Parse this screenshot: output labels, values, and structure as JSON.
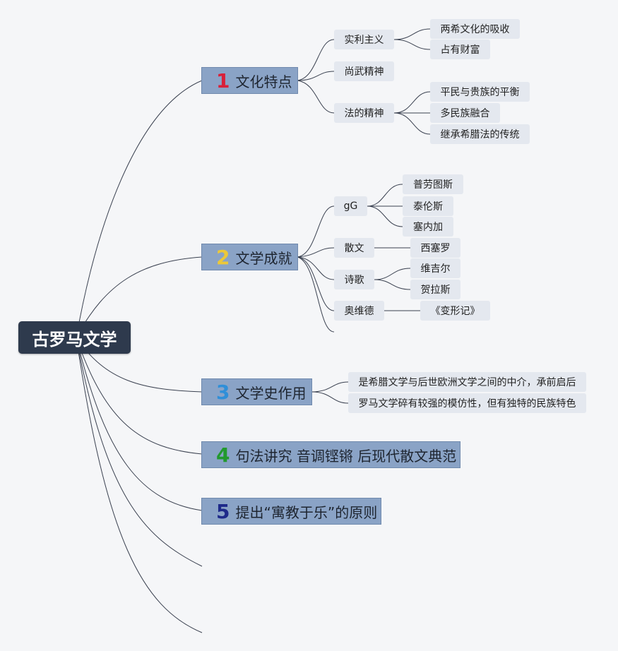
{
  "root": {
    "label": "古罗马文学"
  },
  "topics": [
    {
      "number": "1",
      "number_color": "#d8213a",
      "label": "文化特点"
    },
    {
      "number": "2",
      "number_color": "#ecc83a",
      "label": "文学成就"
    },
    {
      "number": "3",
      "number_color": "#2f8fd8",
      "label": "文学史作用"
    },
    {
      "number": "4",
      "number_color": "#22992e",
      "label": "句法讲究 音调铿锵 后现代散文典范"
    },
    {
      "number": "5",
      "number_color": "#1e2a8a",
      "label": "提出“寓教于乐”的原则"
    }
  ],
  "t1": {
    "a": {
      "label": "实利主义",
      "children": [
        "两希文化的吸收",
        "占有财富"
      ]
    },
    "b": {
      "label": "尚武精神"
    },
    "c": {
      "label": "法的精神",
      "children": [
        "平民与贵族的平衡",
        "多民族融合",
        "继承希腊法的传统"
      ]
    }
  },
  "t2": {
    "a": {
      "label": "gG",
      "children": [
        "普劳图斯",
        "泰伦斯",
        "塞内加"
      ]
    },
    "b": {
      "label": "散文",
      "children": [
        "西塞罗"
      ]
    },
    "c": {
      "label": "诗歌",
      "children": [
        "维吉尔",
        "贺拉斯"
      ]
    },
    "d": {
      "label": "奥维德",
      "children": [
        "《变形记》"
      ]
    }
  },
  "t3": {
    "children": [
      "是希腊文学与后世欧洲文学之间的中介，承前启后",
      "罗马文学碎有较强的模仿性，但有独特的民族特色"
    ]
  }
}
